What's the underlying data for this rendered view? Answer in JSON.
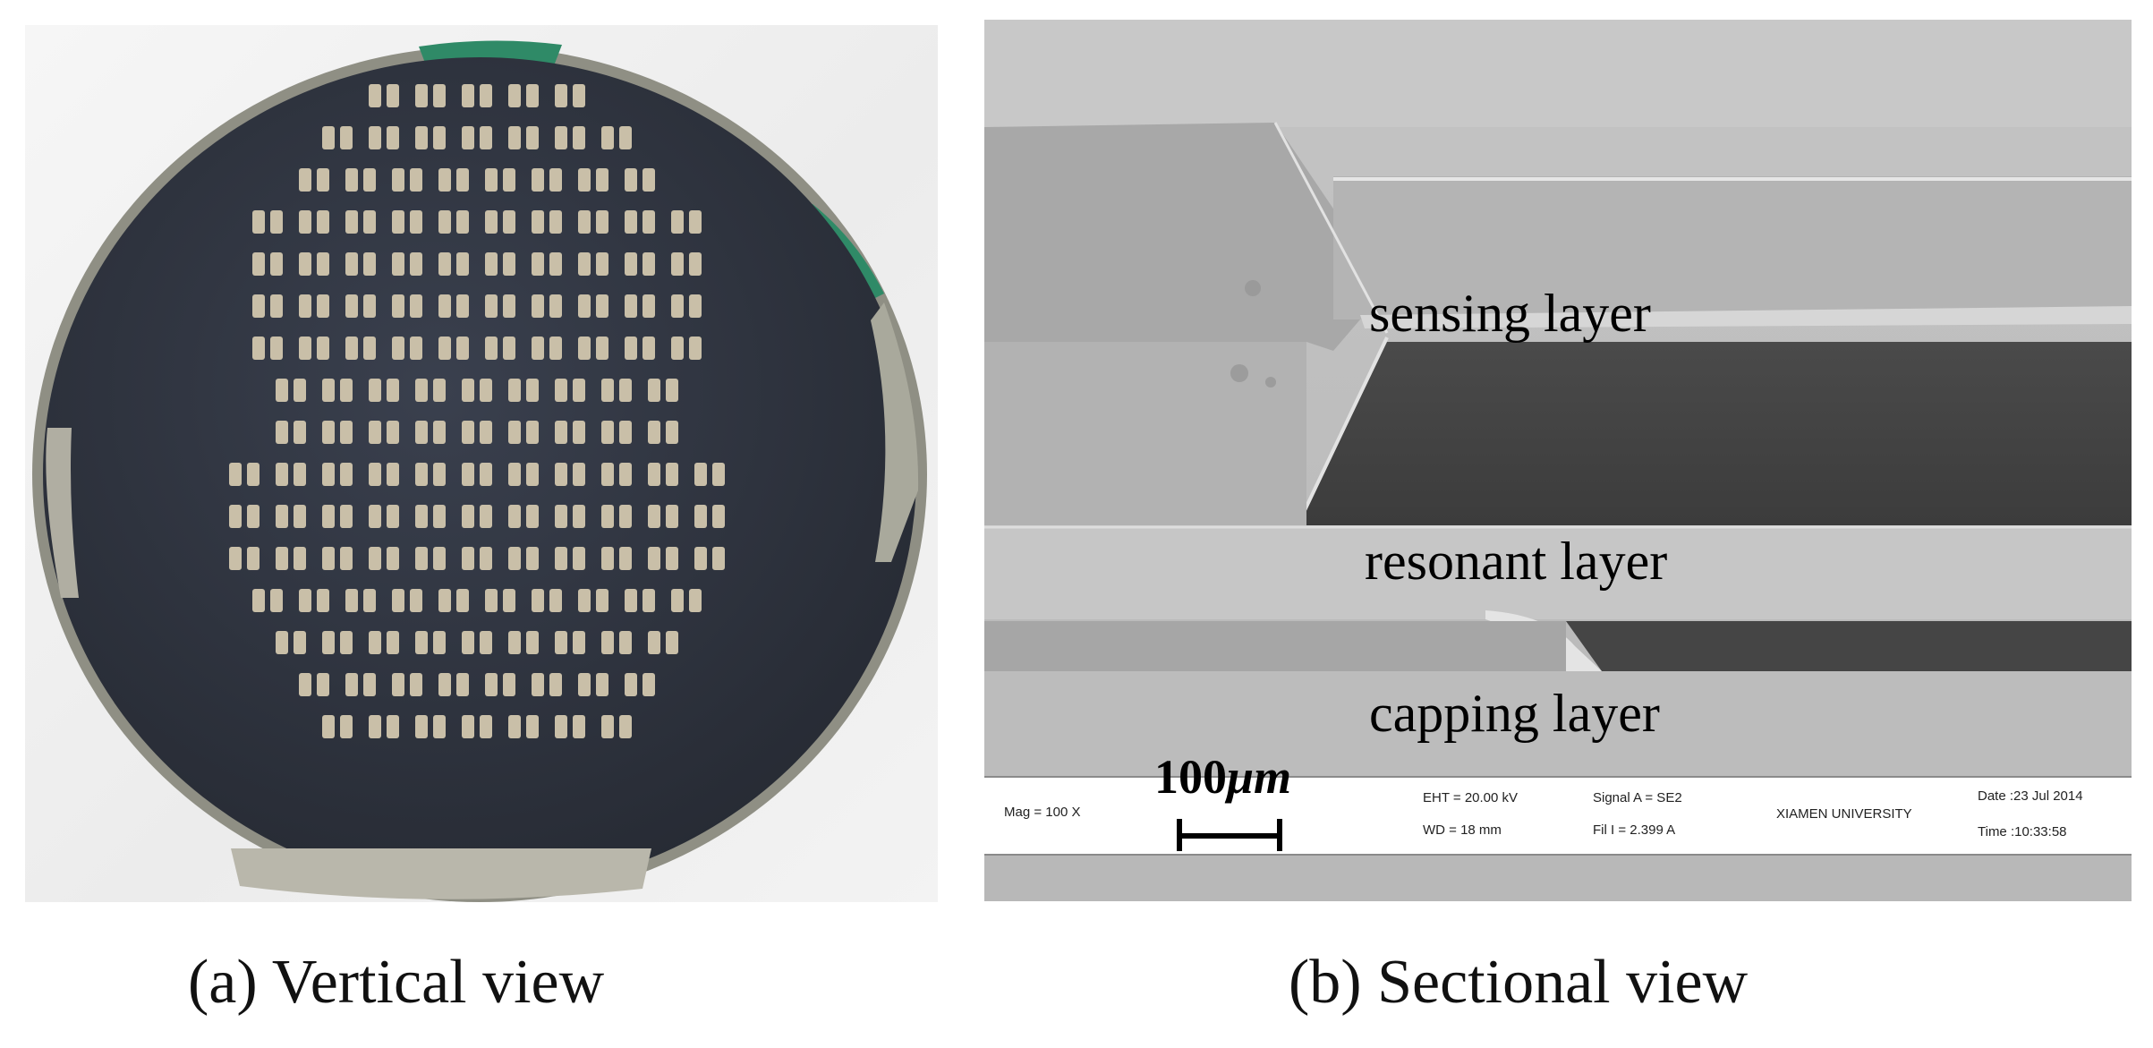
{
  "panel_a": {
    "caption": "(a) Vertical view",
    "wafer_color": "#2e3440",
    "die_color": "#c9bfa8",
    "die_rows": [
      5,
      7,
      8,
      10,
      10,
      10,
      10,
      9,
      9,
      11,
      11,
      11,
      10,
      9,
      8,
      7
    ],
    "green_color": "#2f8a67"
  },
  "panel_b": {
    "caption": "(b) Sectional view",
    "labels": {
      "sensing": "sensing layer",
      "resonant": "resonant layer",
      "capping": "capping layer"
    },
    "scale_bar": {
      "value": "100",
      "unit": "μm"
    },
    "info_bar": {
      "mag": "Mag =   100 X",
      "eht": "EHT = 20.00 kV",
      "wd": "WD =   18 mm",
      "signal": "Signal A = SE2",
      "fil": "Fil I =  2.399 A",
      "institution": "XIAMEN UNIVERSITY",
      "date": "Date :23 Jul 2014",
      "time": "Time :10:33:58"
    }
  }
}
